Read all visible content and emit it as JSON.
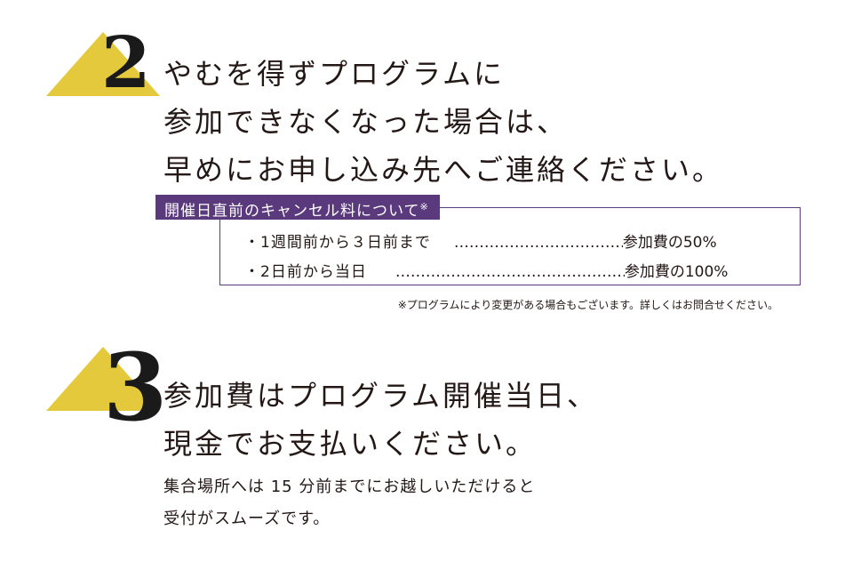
{
  "steps": [
    {
      "number": "2",
      "heading_lines": [
        "やむを得ずプログラムに",
        "参加できなくなった場合は、",
        "早めにお申し込み先へご連絡ください。"
      ]
    },
    {
      "number": "3",
      "heading_lines": [
        "参加費はプログラム開催当日、",
        "現金でお支払いください。"
      ],
      "body_lines": [
        "集合場所へは 15 分前までにお越しいただけると",
        "受付がスムーズです。"
      ]
    }
  ],
  "cancellation": {
    "label": "開催日直前のキャンセル料について",
    "label_mark": "※",
    "rows": [
      {
        "period": "・1週間前から３日前まで",
        "fee": "参加費の50%"
      },
      {
        "period": "・2日前から当日",
        "fee": "参加費の100%"
      }
    ],
    "note": "※プログラムにより変更がある場合もございます。詳しくはお問合せください。"
  },
  "colors": {
    "triangle": "#e3c93b",
    "accent_purple": "#5a3a7c",
    "text": "#231815"
  }
}
